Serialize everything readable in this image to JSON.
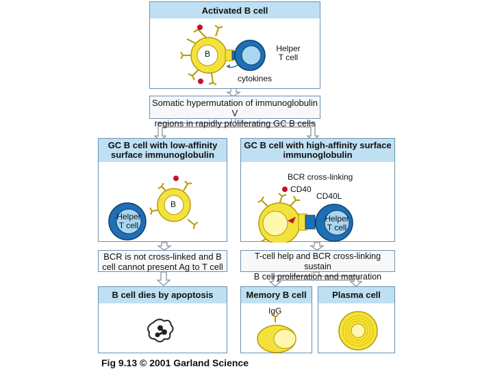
{
  "top_panel": {
    "title": "Activated B cell",
    "b_label": "B",
    "helper_label_line1": "Helper",
    "helper_label_line2": "T cell",
    "cytokines_label": "cytokines"
  },
  "hypermutation_box": {
    "line1": "Somatic hypermutation of immunoglobulin V",
    "line2": "regions in rapidly proliferating GC B cells"
  },
  "left_panel": {
    "title_line1": "GC B cell with low-affinity",
    "title_line2": "surface immunoglobulin",
    "b_label": "B",
    "helper_label_line1": "Helper",
    "helper_label_line2": "T cell"
  },
  "right_panel": {
    "title_line1": "GC B cell with high-affinity surface",
    "title_line2": "immunoglobulin",
    "bcr_label": "BCR cross-linking",
    "cd40_label": "CD40",
    "cd40l_label": "CD40L",
    "helper_label_line1": "Helper",
    "helper_label_line2": "T cell"
  },
  "left_outcome_box": {
    "line1": "BCR is not cross-linked and B",
    "line2": "cell cannot present Ag to T cell"
  },
  "right_outcome_box": {
    "line1": "T-cell help and BCR cross-linking sustain",
    "line2": "B cell proliferation and maturation"
  },
  "apoptosis_panel": {
    "title": "B cell dies by apoptosis"
  },
  "memory_panel": {
    "title": "Memory B cell",
    "igg_label": "IgG"
  },
  "plasma_panel": {
    "title": "Plasma cell"
  },
  "caption": "Fig 9.13  © 2001 Garland Science",
  "colors": {
    "header_fill": "#bfe0f2",
    "border": "#6a8fb0",
    "b_cell_yellow": "#f4e23c",
    "t_cell_blue": "#1f6fb5",
    "antigen_red": "#c8102e"
  }
}
